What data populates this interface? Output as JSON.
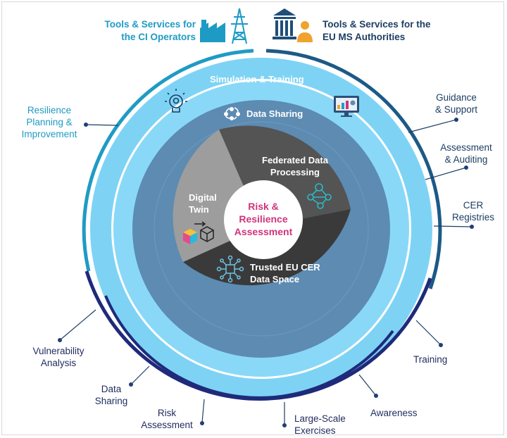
{
  "header": {
    "ci_operators": "Tools & Services for\nthe CI Operators",
    "eu_ms": "Tools & Services for the\nEU MS Authorities"
  },
  "rings": {
    "simulation": "Simulation & Training",
    "data_sharing": "Data Sharing"
  },
  "segments": {
    "federated": "Federated Data\nProcessing",
    "digital_twin": "Digital\nTwin",
    "trusted": "Trusted EU CER\nData Space"
  },
  "center": "Risk &\nResilience\nAssessment",
  "left_labels": {
    "resilience": "Resilience\nPlanning &\nImprovement"
  },
  "right_labels": {
    "guidance": "Guidance\n& Support",
    "assessment": "Assessment\n& Auditing",
    "cer": "CER\nRegistries"
  },
  "bottom_labels": {
    "vulnerability": "Vulnerability\nAnalysis",
    "data_sharing": "Data\nSharing",
    "risk": "Risk\nAssessment",
    "large_scale": "Large-Scale\nExercises",
    "awareness": "Awareness",
    "training": "Training"
  },
  "colors": {
    "light_blue": "#7ed3f5",
    "mid_blue": "#5d8bb2",
    "teal_text": "#1e9bc4",
    "dark_text": "#1c3e63",
    "navy_arc": "#1f2a7a",
    "magenta": "#d1337a"
  },
  "icons": [
    "factory-icon",
    "power-tower-icon",
    "government-building-icon",
    "person-icon",
    "lightbulb-gear-icon",
    "dashboard-monitor-icon",
    "data-sharing-cycle-icon",
    "network-nodes-icon",
    "cubes-icon",
    "data-network-icon"
  ]
}
